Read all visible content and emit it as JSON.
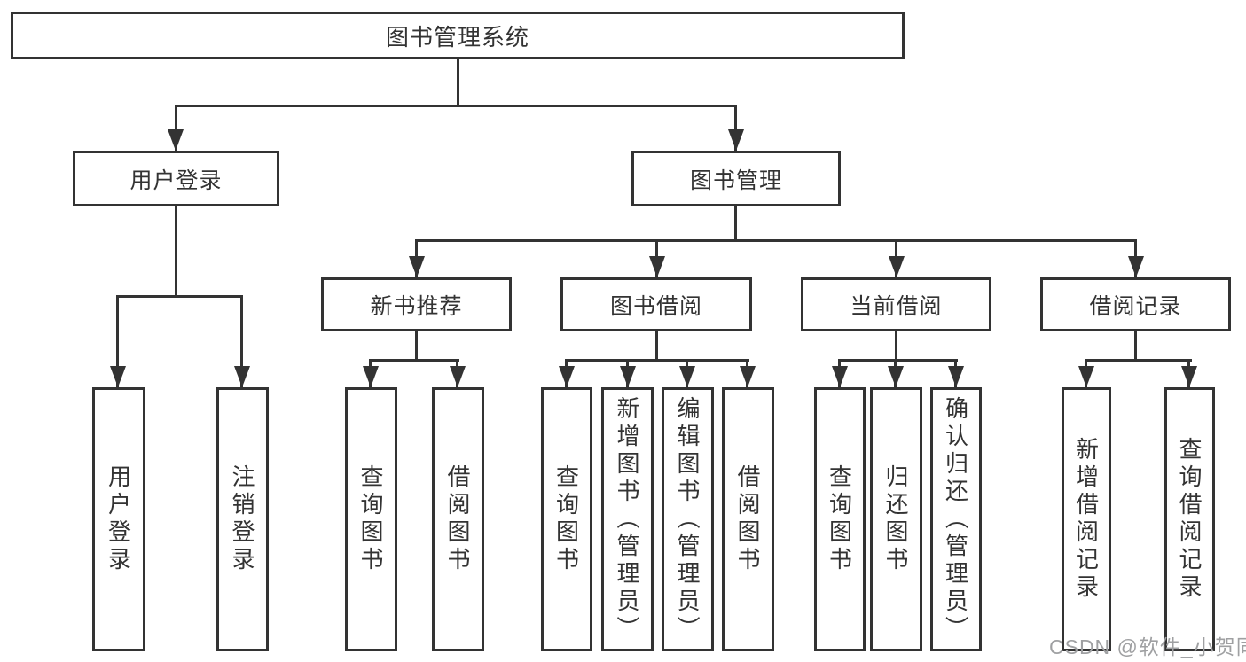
{
  "colors": {
    "line": "#333333",
    "box_border": "#333333",
    "text": "#333333",
    "background": "#ffffff",
    "watermark_text": "#9fa0a2"
  },
  "tree": {
    "root": {
      "label": "图书管理系统"
    },
    "branches": [
      {
        "label": "用户登录",
        "children": [
          "用户登录",
          "注销登录"
        ]
      },
      {
        "label": "图书管理",
        "sections": [
          {
            "label": "新书推荐",
            "children": [
              "查询图书",
              "借阅图书"
            ]
          },
          {
            "label": "图书借阅",
            "children": [
              "查询图书",
              "新增图书（管理员）",
              "编辑图书（管理员）",
              "借阅图书"
            ]
          },
          {
            "label": "当前借阅",
            "children": [
              "查询图书",
              "归还图书",
              "确认归还（管理员）"
            ]
          },
          {
            "label": "借阅记录",
            "children": [
              "新增借阅记录",
              "查询借阅记录"
            ]
          }
        ]
      }
    ]
  },
  "watermark": {
    "text": "CSDN @软件_小贺同学"
  }
}
